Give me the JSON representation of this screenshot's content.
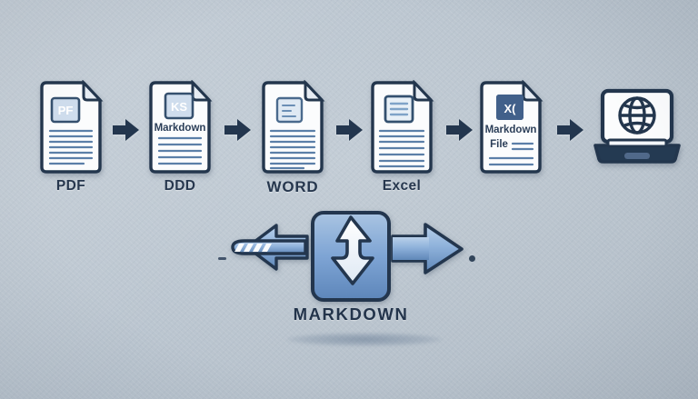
{
  "image": {
    "title": "Document conversion pipeline to and from Markdown",
    "background_color": "#b6c1cc",
    "accent_color": "#5b8ac7",
    "ink_color": "#22364e"
  },
  "pipeline": {
    "nodes": [
      {
        "id": "pdf",
        "label": "PDF",
        "icon": "document-icon",
        "badge_text": "PF",
        "inner_text": "",
        "body_lines": 7
      },
      {
        "id": "ddd",
        "label": "DDD",
        "icon": "document-icon",
        "badge_text": "KS",
        "inner_text": "Markdown",
        "body_lines": 5
      },
      {
        "id": "word",
        "label": "WORD",
        "icon": "document-icon",
        "badge_text": "",
        "inner_text": "",
        "body_lines": 8
      },
      {
        "id": "excel",
        "label": "Excel",
        "icon": "document-icon",
        "badge_text": "",
        "inner_text": "",
        "body_lines": 7
      },
      {
        "id": "markdown-file",
        "label": "",
        "icon": "document-icon",
        "badge_text": "X(",
        "inner_text": "Markdown File",
        "body_lines": 3
      },
      {
        "id": "web",
        "label": "",
        "icon": "laptop-globe-icon",
        "badge_text": "",
        "inner_text": "",
        "body_lines": 0
      }
    ],
    "connectors": [
      {
        "id": "arrow-1",
        "icon": "arrow-right-icon"
      },
      {
        "id": "arrow-2",
        "icon": "arrow-right-icon"
      },
      {
        "id": "arrow-3",
        "icon": "arrow-right-icon"
      },
      {
        "id": "arrow-4",
        "icon": "arrow-right-icon"
      },
      {
        "id": "arrow-5",
        "icon": "arrow-right-icon"
      }
    ]
  },
  "hub": {
    "label": "MARKDOWN",
    "center_icon": "bidirectional-up-down-arrow-icon",
    "left_icon": "arrow-left-motion-icon",
    "right_icon": "arrow-right-icon",
    "box_color": "#7ea4d4",
    "arrow_color": "#86aedd"
  }
}
